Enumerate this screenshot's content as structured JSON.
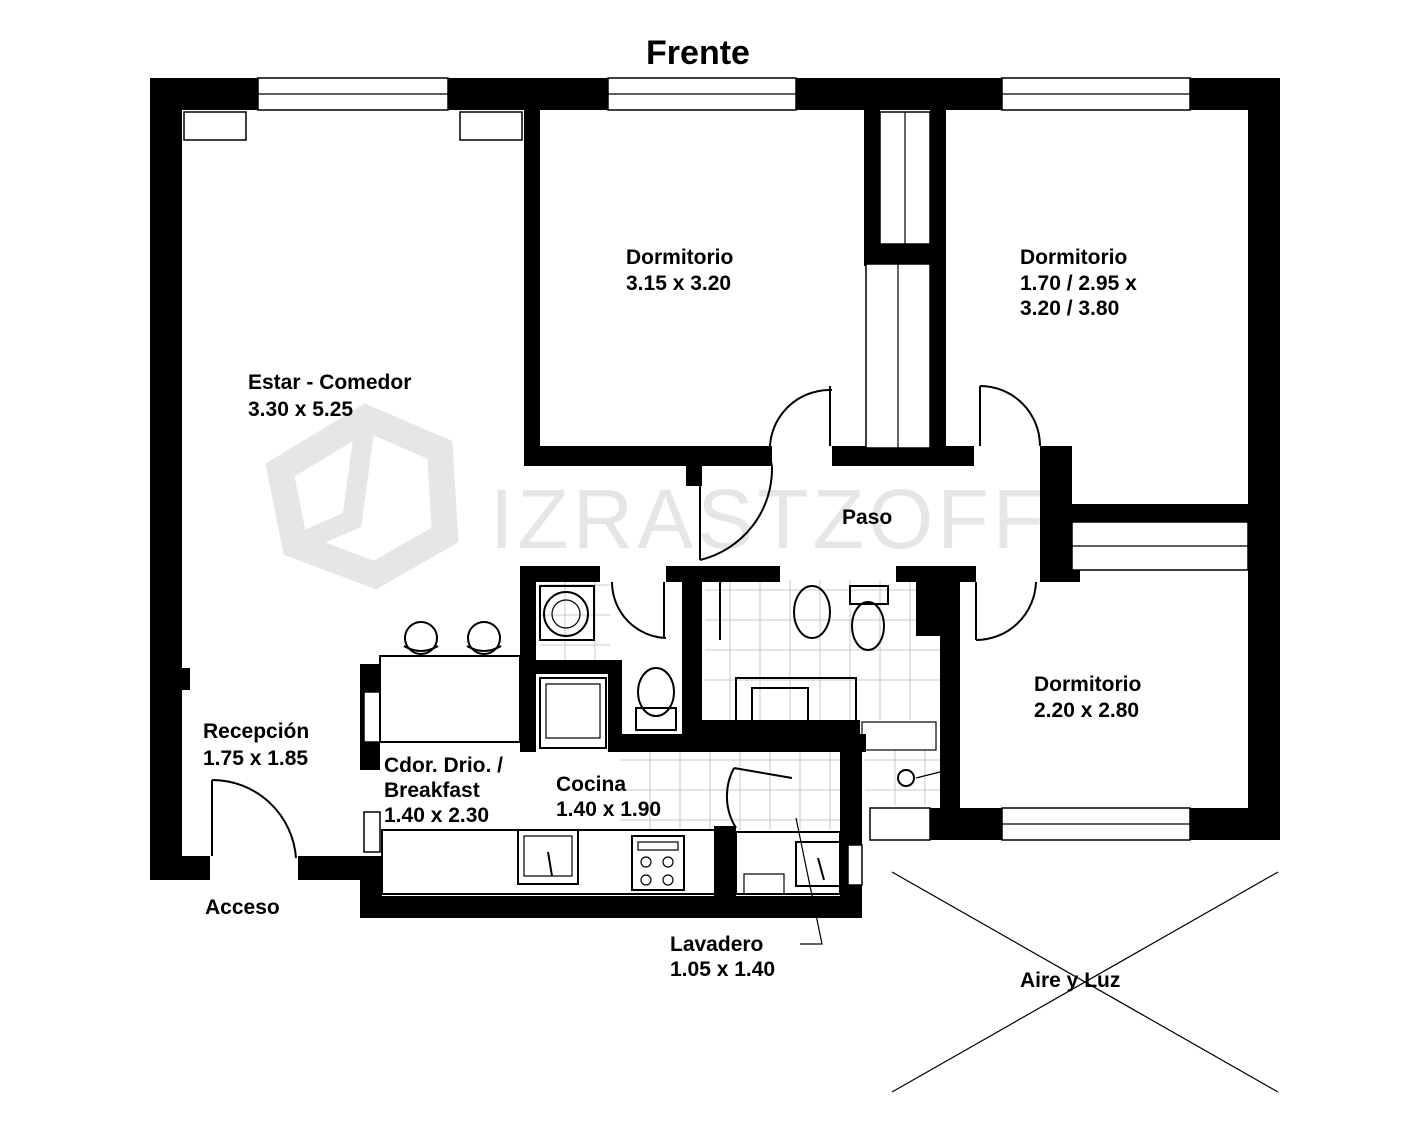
{
  "title": "Frente",
  "watermark": "IZRASTZOFF",
  "rooms": {
    "estar": {
      "name": "Estar - Comedor",
      "size": "3.30 x 5.25"
    },
    "dorm1": {
      "name": "Dormitorio",
      "size": "3.15 x 3.20"
    },
    "dorm2": {
      "name": "Dormitorio",
      "size_line1": "1.70 / 2.95 x",
      "size_line2": "3.20 / 3.80"
    },
    "paso": {
      "name": "Paso"
    },
    "dorm3": {
      "name": "Dormitorio",
      "size": "2.20 x 2.80"
    },
    "recepcion": {
      "name": "Recepción",
      "size": "1.75 x 1.85"
    },
    "breakfast": {
      "name_line1": "Cdor. Drio. /",
      "name_line2": "Breakfast",
      "size": "1.40 x 2.30"
    },
    "cocina": {
      "name": "Cocina",
      "size": "1.40 x 1.90"
    },
    "lavadero": {
      "name": "Lavadero",
      "size": "1.05 x 1.40"
    }
  },
  "labels": {
    "acceso": "Acceso",
    "aire_luz": "Aire y Luz"
  }
}
